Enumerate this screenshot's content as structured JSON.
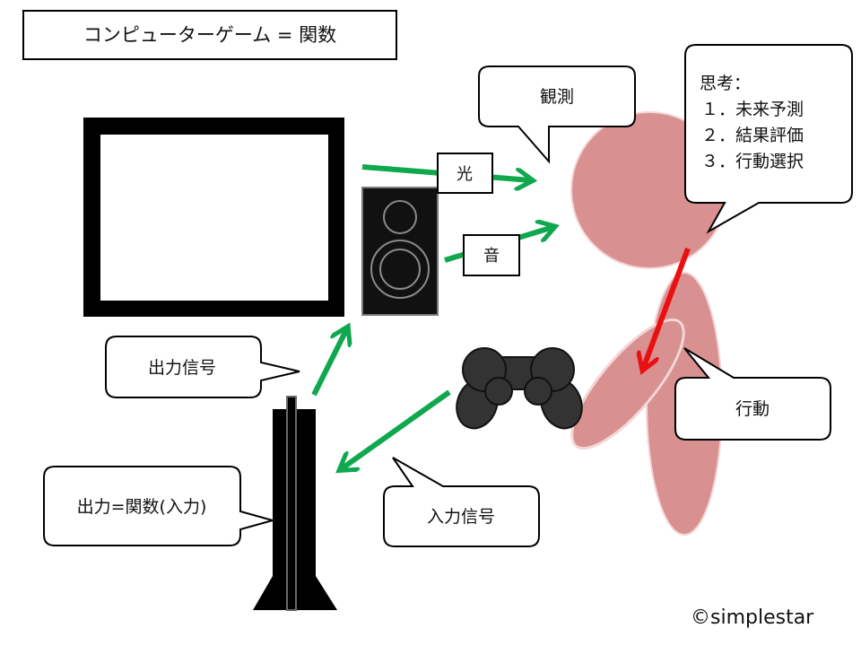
{
  "title": "コンピューターゲーム = 関数",
  "labels": {
    "observe": "観測",
    "light": "光",
    "sound": "音",
    "output_signal": "出力信号",
    "input_signal": "入力信号",
    "formula": "出力=関数(入力)",
    "action": "行動"
  },
  "thinking": {
    "heading": "思考：",
    "items": [
      "１．未来予測",
      "２．結果評価",
      "３．行動選択"
    ]
  },
  "copyright": "©simplestar",
  "colors": {
    "arrow_green": "#0fa84e",
    "arrow_red": "#e81010",
    "person": "#d99090",
    "person_edge": "#f3d6d6",
    "controller": "#333333"
  }
}
